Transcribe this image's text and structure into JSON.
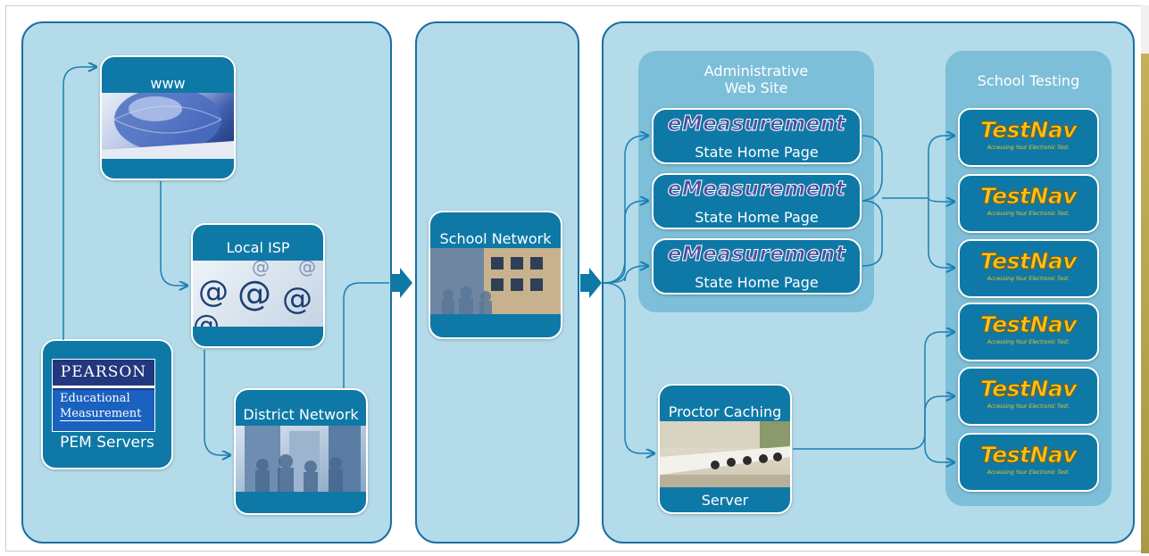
{
  "left_panel": {
    "www": {
      "label": "www"
    },
    "local_isp": {
      "label": "Local ISP"
    },
    "district_network": {
      "label": "District Network"
    },
    "pem": {
      "logo_top": "PEARSON",
      "logo_line1": "Educational",
      "logo_line2": "Measurement",
      "label": "PEM Servers"
    }
  },
  "middle_panel": {
    "school_network": {
      "label": "School Network"
    }
  },
  "right_panel": {
    "admin_site": {
      "title_line1": "Administrative",
      "title_line2": "Web Site",
      "cards": [
        {
          "logo": "eMeasurement",
          "label": "State Home Page"
        },
        {
          "logo": "eMeasurement",
          "label": "State Home Page"
        },
        {
          "logo": "eMeasurement",
          "label": "State Home Page"
        }
      ]
    },
    "proctor": {
      "title": "Proctor Caching",
      "label": "Server"
    },
    "school_testing": {
      "title": "School Testing",
      "cards": [
        {
          "logo": "TestNav",
          "tagline": "Accessing Your Electronic Test."
        },
        {
          "logo": "TestNav",
          "tagline": "Accessing Your Electronic Test."
        },
        {
          "logo": "TestNav",
          "tagline": "Accessing Your Electronic Test."
        },
        {
          "logo": "TestNav",
          "tagline": "Accessing Your Electronic Test."
        },
        {
          "logo": "TestNav",
          "tagline": "Accessing Your Electronic Test."
        },
        {
          "logo": "TestNav",
          "tagline": "Accessing Your Electronic Test."
        }
      ]
    }
  },
  "colors": {
    "panel_fill": "#b4dbe9",
    "panel_border": "#1c6fa1",
    "card": "#0e79a6",
    "subpanel": "#7dbfd8",
    "connector": "#1c7fb3",
    "arrow": "#0e79a6",
    "testnav_gold": "#f6c21c"
  }
}
